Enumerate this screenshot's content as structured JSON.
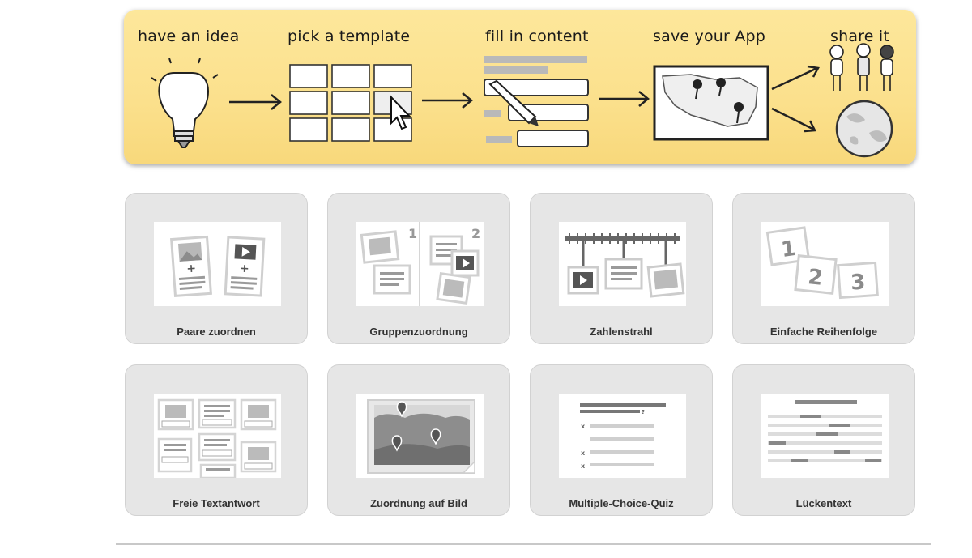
{
  "banner": {
    "steps": [
      {
        "label": "have an idea"
      },
      {
        "label": "pick a template"
      },
      {
        "label": "fill in content"
      },
      {
        "label": "save your App"
      },
      {
        "label": "share it"
      }
    ]
  },
  "templates": [
    {
      "label": "Paare zuordnen",
      "icon": "pairs-thumbnail"
    },
    {
      "label": "Gruppenzuordnung",
      "icon": "groups-thumbnail"
    },
    {
      "label": "Zahlenstrahl",
      "icon": "number-line-thumbnail"
    },
    {
      "label": "Einfache Reihenfolge",
      "icon": "sequence-thumbnail"
    },
    {
      "label": "Freie Textantwort",
      "icon": "free-text-thumbnail"
    },
    {
      "label": "Zuordnung auf Bild",
      "icon": "image-map-thumbnail"
    },
    {
      "label": "Multiple-Choice-Quiz",
      "icon": "quiz-thumbnail"
    },
    {
      "label": "Lückentext",
      "icon": "cloze-thumbnail"
    }
  ],
  "thumb_text": {
    "group_1": "1",
    "group_2": "2",
    "seq_1": "1",
    "seq_2": "2",
    "seq_3": "3",
    "quiz_q": "?",
    "quiz_x": "x"
  },
  "colors": {
    "banner_bg": "#fbe08c",
    "tile_bg": "#e6e6e6",
    "label_text": "#333333"
  }
}
